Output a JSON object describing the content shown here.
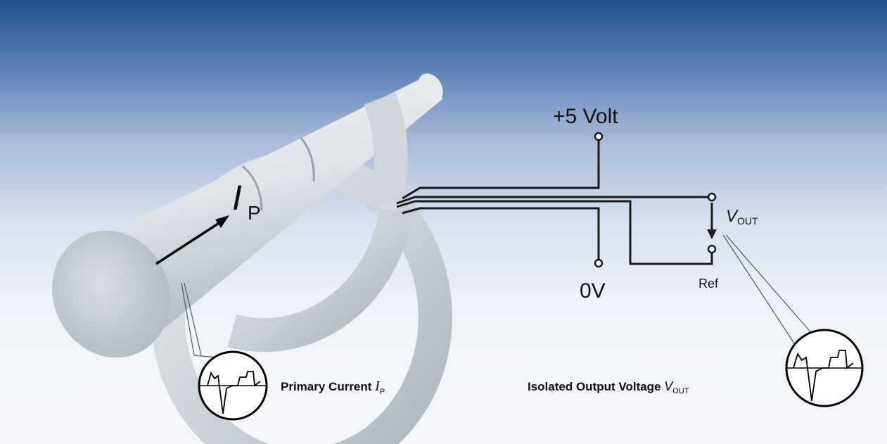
{
  "labels": {
    "supply": "+5 Volt",
    "ground": "0V",
    "ref": "Ref",
    "vout_symbol": "V",
    "vout_sub": "OUT",
    "ip_symbol": "I",
    "ip_sub": "P",
    "primary_caption": "Primary Current ",
    "primary_symbol": "I",
    "primary_sub": "P",
    "output_caption": "Isolated Output Voltage ",
    "output_symbol": "V",
    "output_sub": "OUT"
  },
  "colors": {
    "background_top": "#23508f",
    "background_bottom": "#f6f7fa",
    "metal": "#c9d0d8",
    "wire": "#1a1a1a"
  }
}
